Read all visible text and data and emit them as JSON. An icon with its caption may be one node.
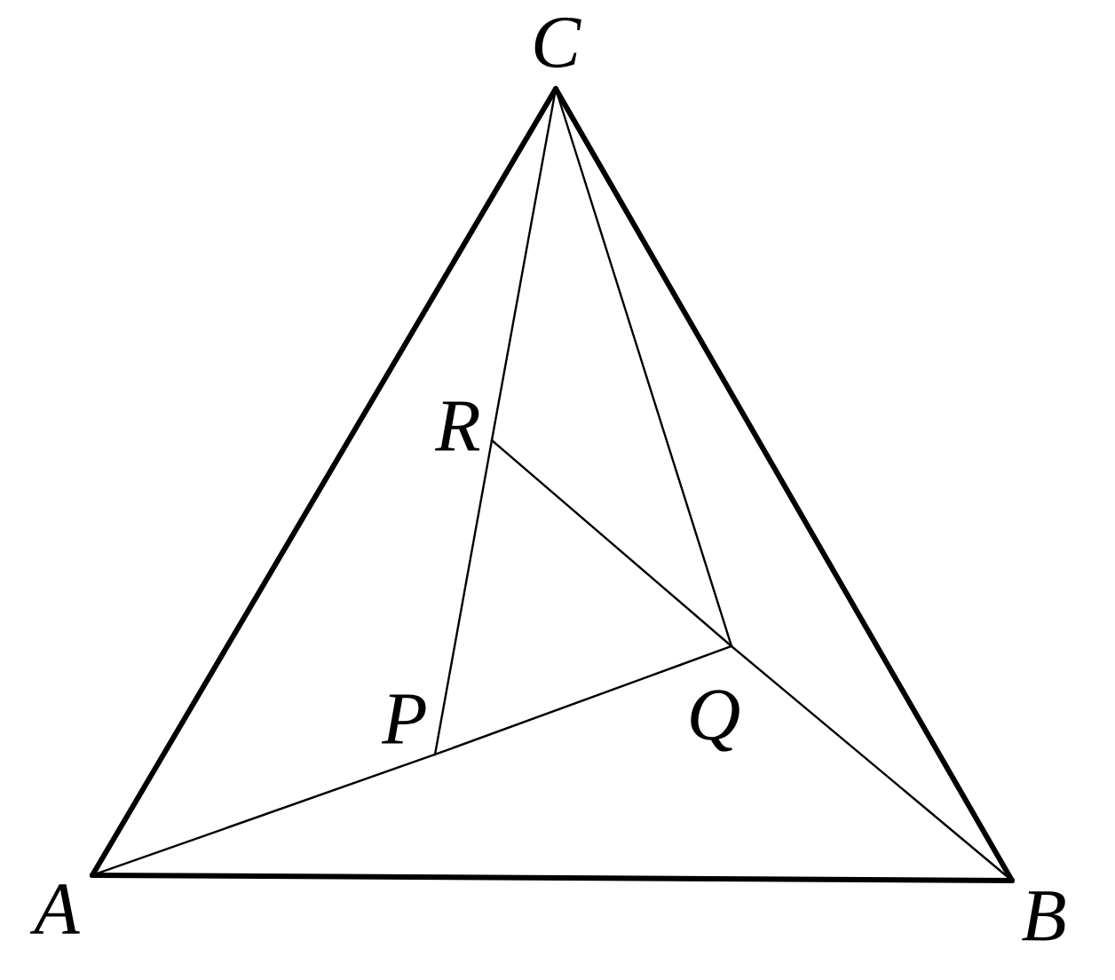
{
  "diagram": {
    "nodes": [
      {
        "text": [
          "A"
        ]
      },
      {
        "text": [
          "B"
        ]
      },
      {
        "text": [
          "C"
        ]
      },
      {
        "text": [
          "R"
        ]
      },
      {
        "text": [
          "P"
        ]
      },
      {
        "text": [
          "Q"
        ]
      }
    ],
    "edges": [
      {
        "from": 0,
        "to": 1,
        "arrow": "none",
        "style": "thick"
      },
      {
        "from": 1,
        "to": 2,
        "arrow": "none",
        "style": "thick"
      },
      {
        "from": 2,
        "to": 0,
        "arrow": "none",
        "style": "thick"
      },
      {
        "from": 2,
        "to": 3,
        "arrow": "none"
      },
      {
        "from": 3,
        "to": 4,
        "arrow": "none"
      },
      {
        "from": 0,
        "to": 4,
        "arrow": "none"
      },
      {
        "from": 4,
        "to": 5,
        "arrow": "none"
      },
      {
        "from": 3,
        "to": 5,
        "arrow": "none"
      },
      {
        "from": 5,
        "to": 1,
        "arrow": "none"
      },
      {
        "from": 2,
        "to": 5,
        "arrow": "none"
      }
    ]
  }
}
